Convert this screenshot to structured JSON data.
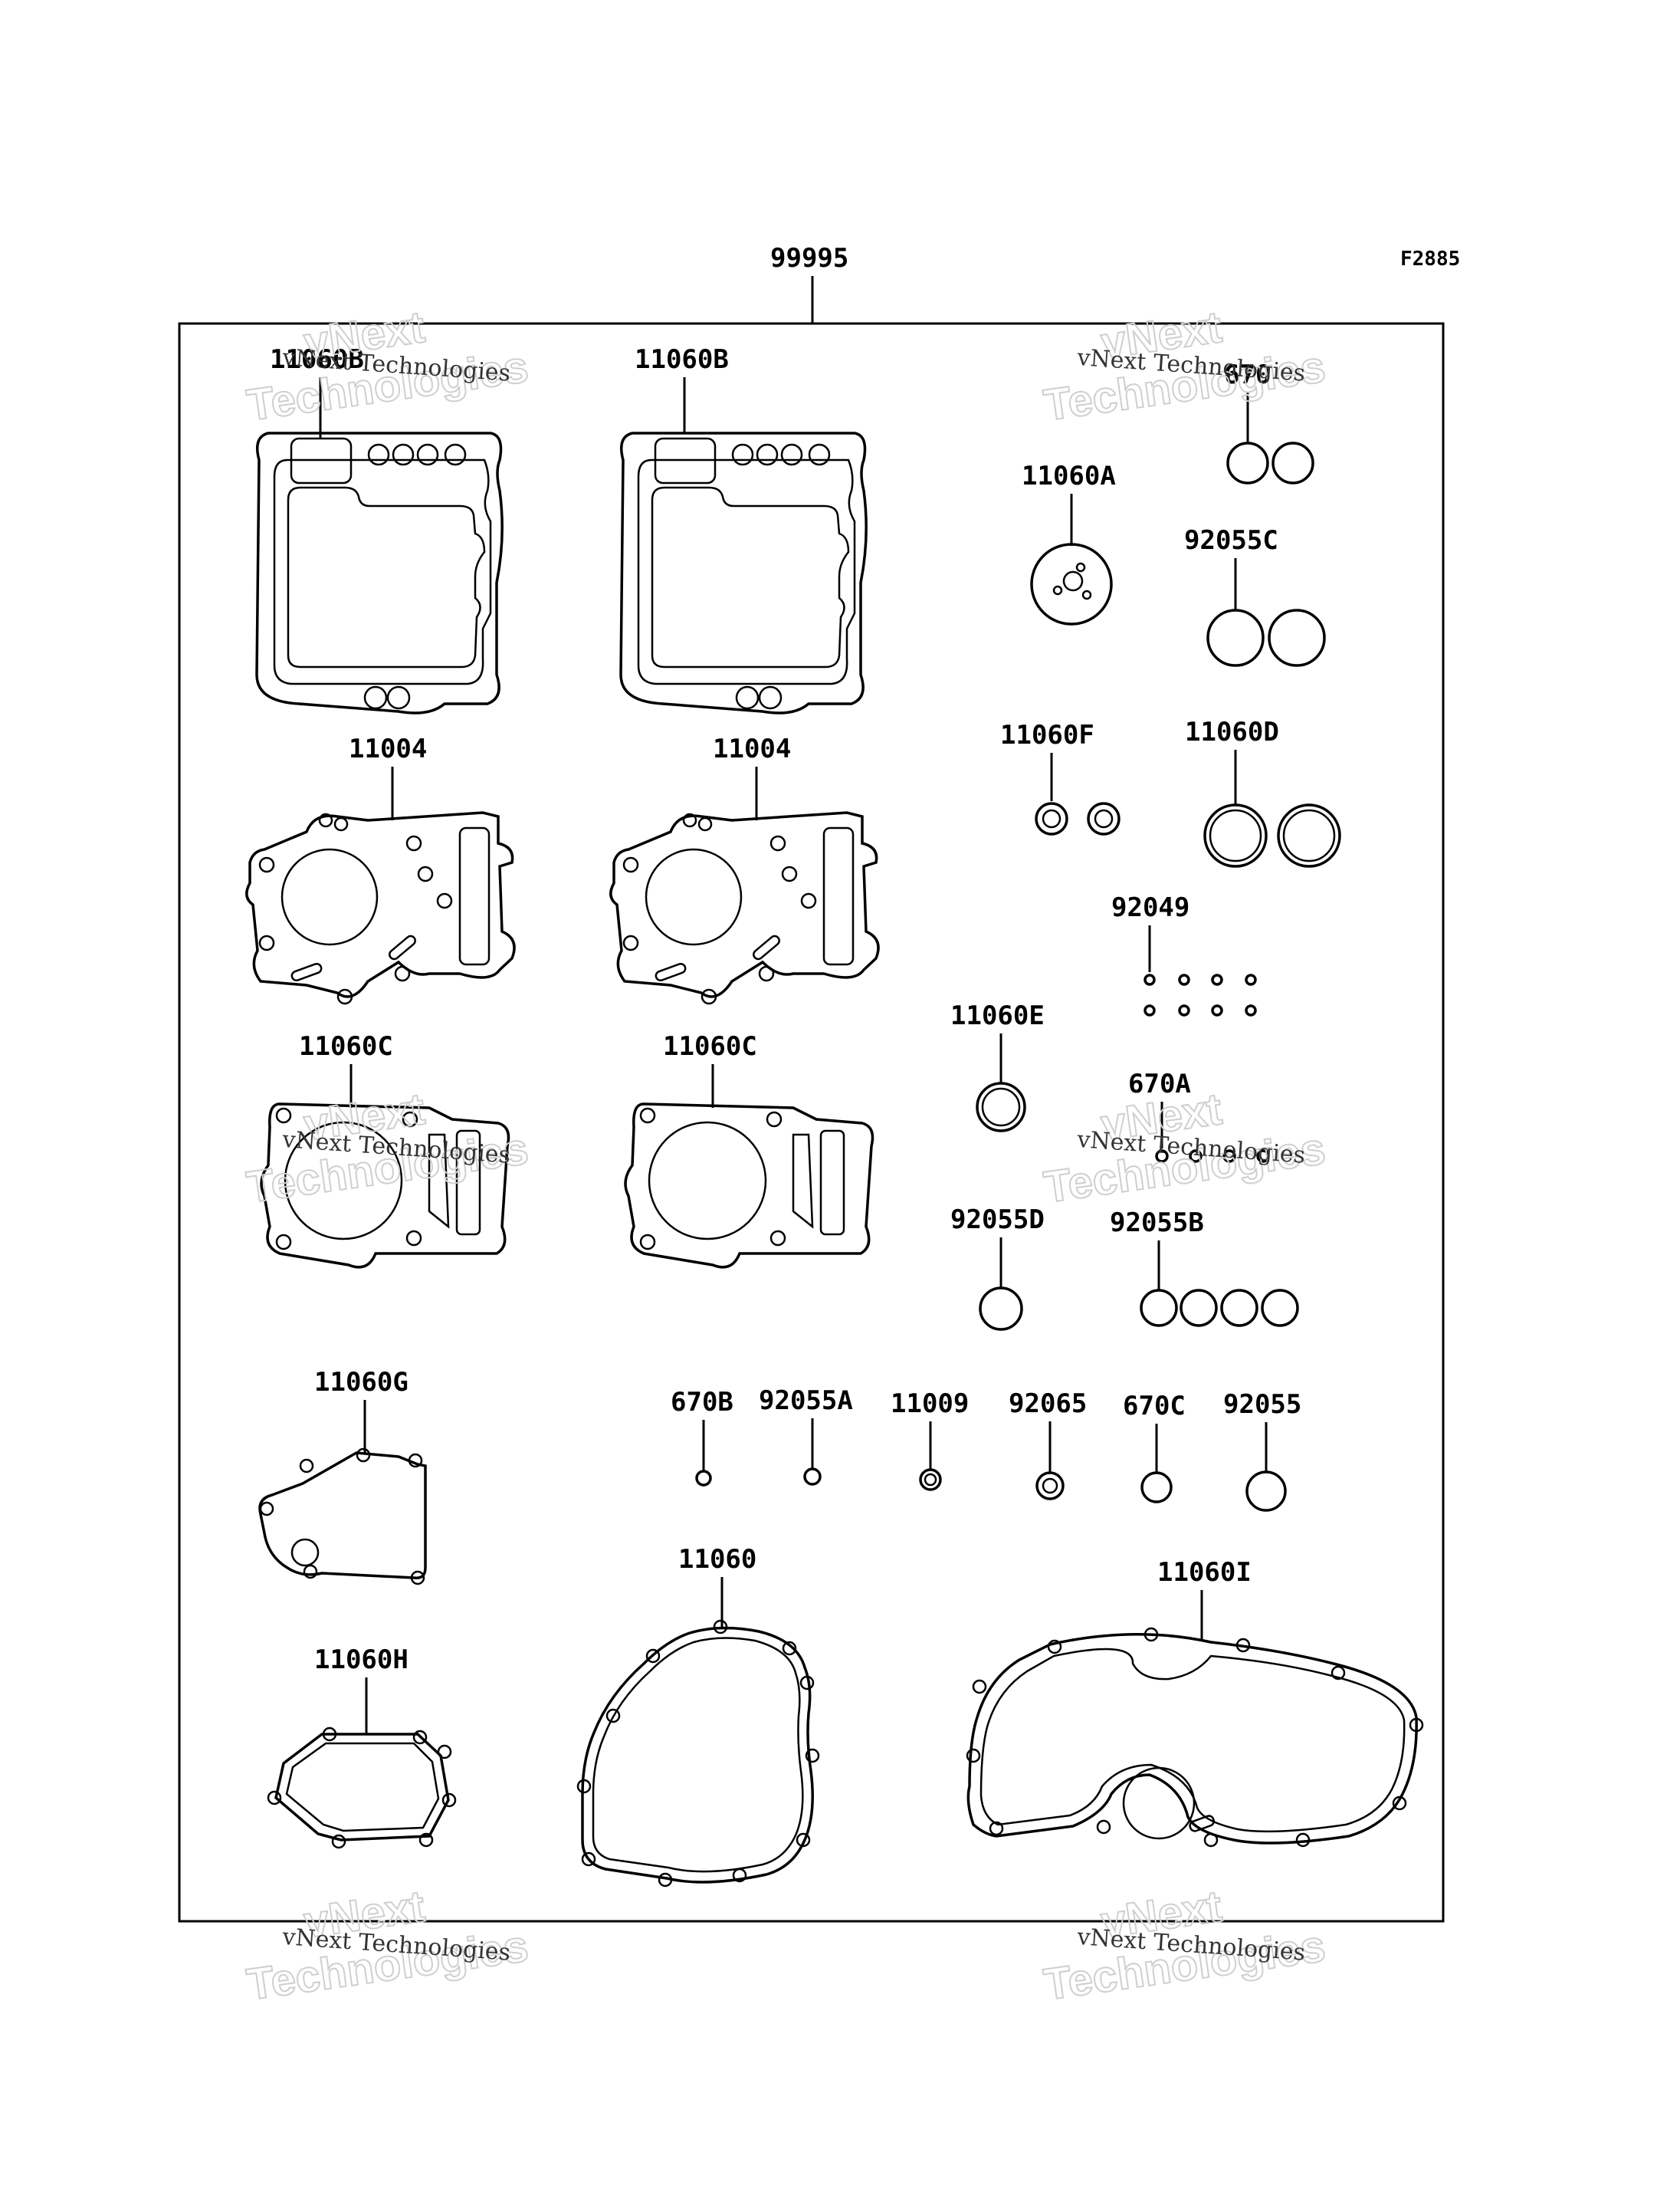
{
  "figure_code": "F2885",
  "kit_number": "99995",
  "parts": [
    {
      "id": "p-11060b-l",
      "label": "11060B"
    },
    {
      "id": "p-11060b-r",
      "label": "11060B"
    },
    {
      "id": "p-670",
      "label": "670"
    },
    {
      "id": "p-11060a",
      "label": "11060A"
    },
    {
      "id": "p-92055c",
      "label": "92055C"
    },
    {
      "id": "p-11004-l",
      "label": "11004"
    },
    {
      "id": "p-11004-r",
      "label": "11004"
    },
    {
      "id": "p-11060f",
      "label": "11060F"
    },
    {
      "id": "p-11060d",
      "label": "11060D"
    },
    {
      "id": "p-92049",
      "label": "92049"
    },
    {
      "id": "p-11060c-l",
      "label": "11060C"
    },
    {
      "id": "p-11060c-r",
      "label": "11060C"
    },
    {
      "id": "p-11060e",
      "label": "11060E"
    },
    {
      "id": "p-670a",
      "label": "670A"
    },
    {
      "id": "p-92055d",
      "label": "92055D"
    },
    {
      "id": "p-92055b",
      "label": "92055B"
    },
    {
      "id": "p-11060g",
      "label": "11060G"
    },
    {
      "id": "p-670b",
      "label": "670B"
    },
    {
      "id": "p-92055a",
      "label": "92055A"
    },
    {
      "id": "p-11009",
      "label": "11009"
    },
    {
      "id": "p-92065",
      "label": "92065"
    },
    {
      "id": "p-670c",
      "label": "670C"
    },
    {
      "id": "p-92055",
      "label": "92055"
    },
    {
      "id": "p-11060",
      "label": "11060"
    },
    {
      "id": "p-11060i",
      "label": "11060I"
    },
    {
      "id": "p-11060h",
      "label": "11060H"
    }
  ],
  "watermark": {
    "line1": "vNext",
    "line2": "Technologies",
    "caption": "vNext Technologies"
  }
}
